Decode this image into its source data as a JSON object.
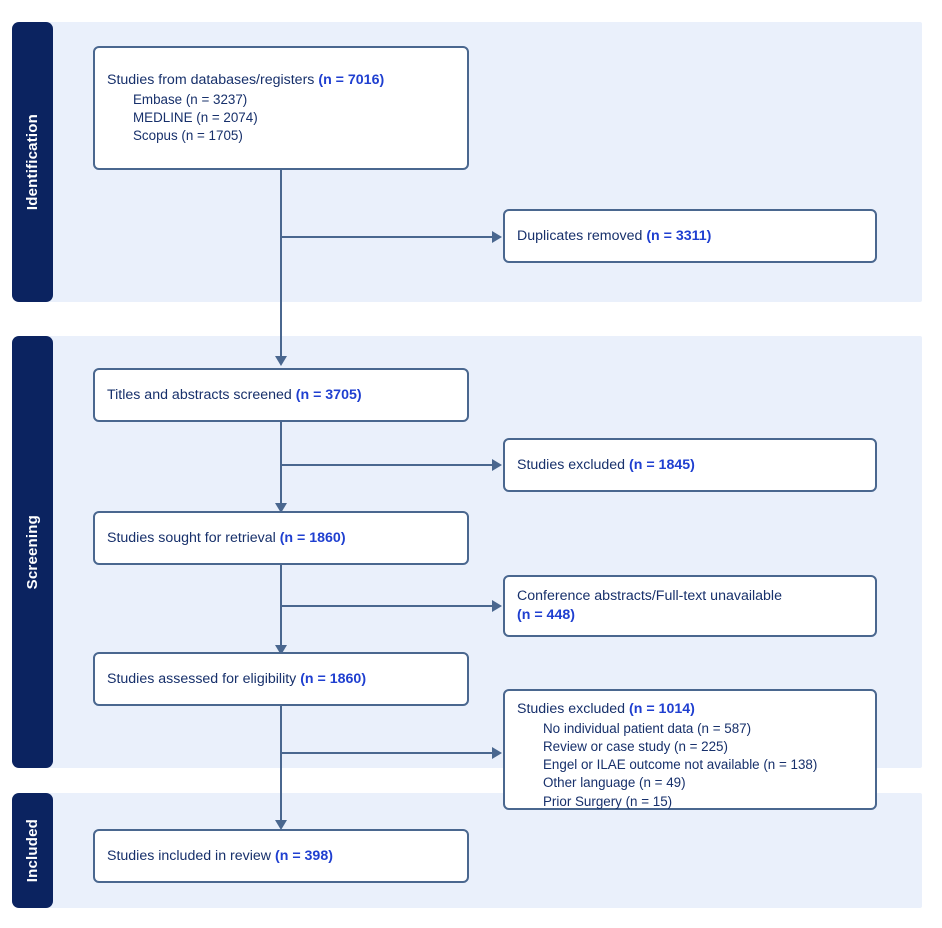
{
  "diagram": {
    "type": "prisma-flow-diagram",
    "colors": {
      "panel_background": "#eaf0fb",
      "stage_tab": "#0b2360",
      "box_border": "#4a678f",
      "text": "#17306b",
      "accent": "#1f3fd0",
      "page_background": "#ffffff"
    }
  },
  "stages": [
    {
      "id": "identification",
      "label": "Identification"
    },
    {
      "id": "screening",
      "label": "Screening"
    },
    {
      "id": "included",
      "label": "Included"
    }
  ],
  "nodes": {
    "databases": {
      "title": "Studies from databases/registers ",
      "count": "(n = 7016)",
      "sublist": [
        "Embase (n = 3237)",
        "MEDLINE (n = 2074)",
        "Scopus (n = 1705)"
      ]
    },
    "duplicates": {
      "title": "Duplicates removed ",
      "count": "(n = 3311)"
    },
    "screened": {
      "title": "Titles and abstracts screened ",
      "count": "(n = 3705)"
    },
    "excluded_screen": {
      "title": "Studies excluded ",
      "count": "(n = 1845)"
    },
    "sought": {
      "title": "Studies sought for retrieval ",
      "count": "(n = 1860)"
    },
    "unavailable": {
      "title": "Conference abstracts/Full-text unavailable",
      "count": "(n = 448)"
    },
    "assessed": {
      "title": "Studies assessed for eligibility ",
      "count": "(n = 1860)"
    },
    "excluded_eligibility": {
      "title": "Studies excluded ",
      "count": "(n = 1014)",
      "sublist": [
        "No individual patient data (n = 587)",
        "Review or case study (n = 225)",
        "Engel or ILAE outcome not available (n = 138)",
        "Other language (n = 49)",
        "Prior Surgery (n = 15)"
      ]
    },
    "included": {
      "title": "Studies included in review ",
      "count": "(n = 398)"
    }
  }
}
